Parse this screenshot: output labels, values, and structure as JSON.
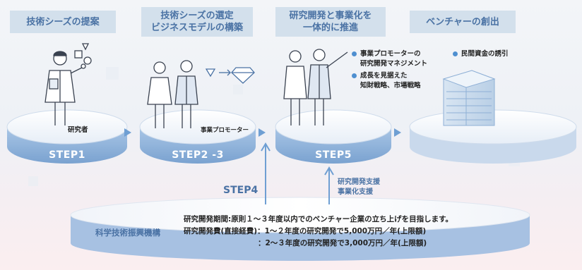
{
  "headers": [
    {
      "text": "技術シーズの提案"
    },
    {
      "text": "技術シーズの選定\nビジネスモデルの構築"
    },
    {
      "text": "研究開発と事業化を\n一体的に推進"
    },
    {
      "text": "ベンチャーの創出"
    }
  ],
  "steps": [
    {
      "label": "STEP1"
    },
    {
      "label": "STEP2 -3"
    },
    {
      "label": "STEP5"
    }
  ],
  "figure_labels": {
    "researcher": "研究者",
    "promoter": "事業プロモーター"
  },
  "step5_bullets": [
    "事業プロモーターの\n研究開発マネジメント",
    "成長を見据えた\n知財戦略、市場戦略"
  ],
  "step6_bullets": [
    "民間資金の誘引"
  ],
  "support_label": "研究開発支援\n事業化支援",
  "step4_label": "STEP4",
  "organization": "科学技術振興機構",
  "info_lines": [
    "研究開発期間:原則１～３年度以内でのベンチャー企業の立ち上げを目指します。",
    "研究開発費(直接経費)：1～２年度の研究開発で5,000万円／年(上限額)",
    "　　　　　　　　　　：2～３年度の研究開発で3,000万円／年(上限額)"
  ],
  "colors": {
    "accent": "#4a72a4",
    "header_bg": "#d3e0ec",
    "platform_top": "#f7f9fc",
    "platform_side": "#8fb3db",
    "bullet": "#4f8fd0"
  }
}
